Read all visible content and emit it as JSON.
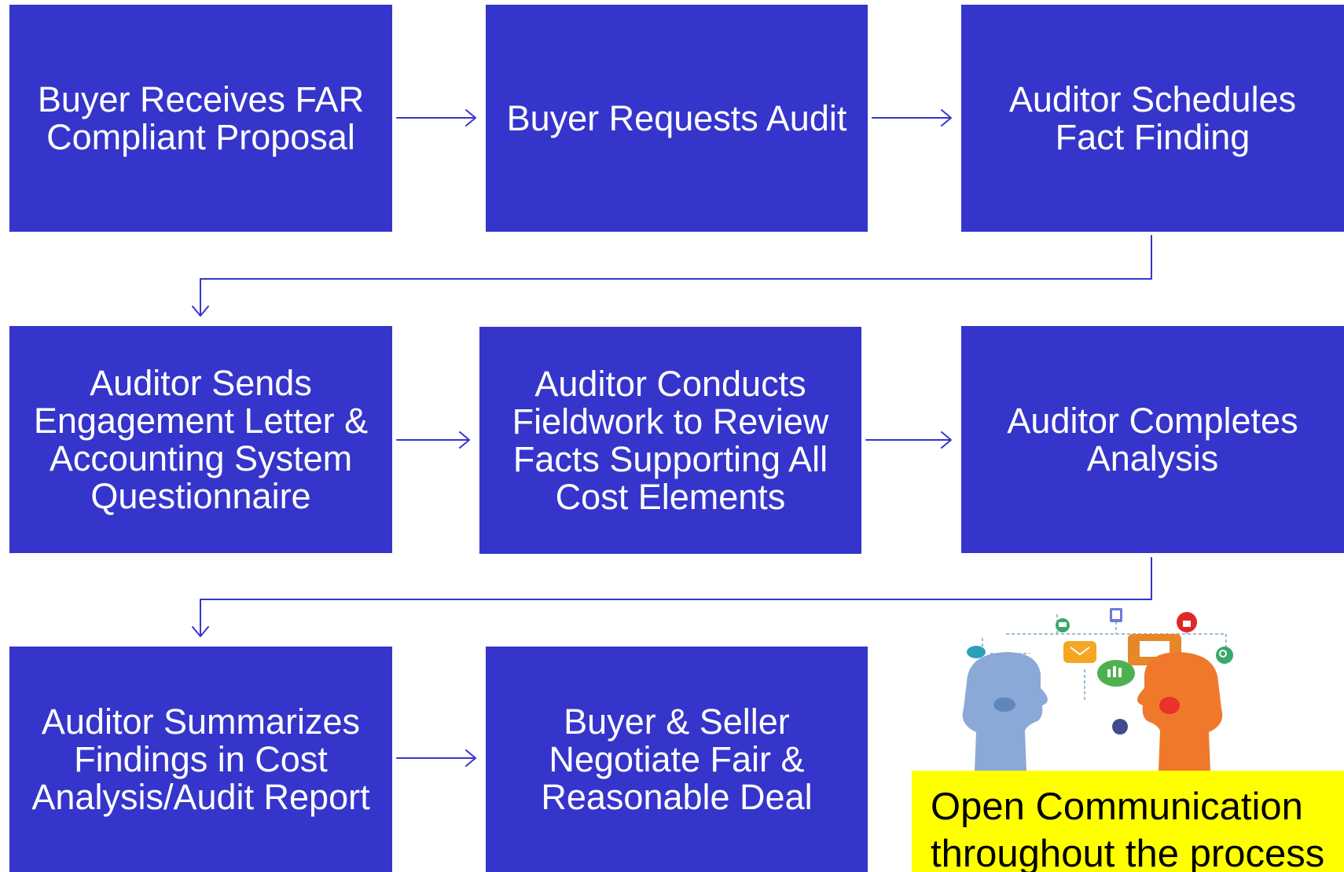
{
  "steps": [
    "Buyer Receives FAR\nCompliant  Proposal",
    "Buyer Requests Audit",
    "Auditor Schedules\nFact Finding",
    "Auditor Sends\nEngagement Letter &\nAccounting System\nQuestionnaire",
    "Auditor Conducts\nFieldwork to Review\nFacts Supporting All\nCost Elements",
    "Auditor Completes\nAnalysis",
    "Auditor Summarizes\nFindings in Cost\nAnalysis/Audit Report",
    "Buyer & Seller\nNegotiate Fair &\nReasonable Deal"
  ],
  "note": "Open Communication\nthroughout the process",
  "colors": {
    "box": "#3535cc",
    "box_text": "#ffffff",
    "arrow": "#3535cc",
    "note_bg": "#ffff00"
  },
  "illustration": {
    "icons": [
      "cart-icon",
      "tablet-icon",
      "lock-icon",
      "cloud-icon",
      "envelope-icon",
      "monitor-icon",
      "search-icon",
      "bar-chart-icon",
      "group-icon"
    ]
  }
}
